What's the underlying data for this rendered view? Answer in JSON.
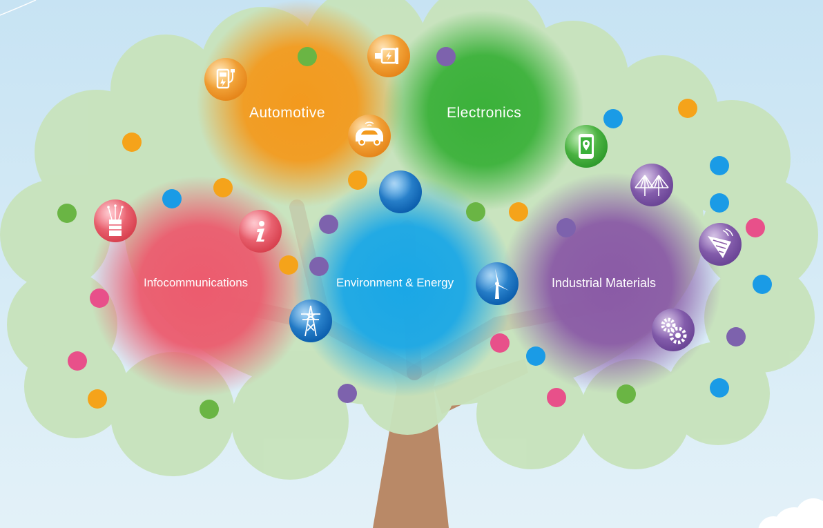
{
  "categories": [
    {
      "id": "automotive",
      "label": "Automotive",
      "color": "#f39a1e"
    },
    {
      "id": "electronics",
      "label": "Electronics",
      "color": "#3bb13a"
    },
    {
      "id": "infocommunications",
      "label": "Infocommunications",
      "color": "#ec5b6e"
    },
    {
      "id": "environment-energy",
      "label": "Environment & Energy",
      "color": "#1aa7e6"
    },
    {
      "id": "industrial-materials",
      "label": "Industrial Materials",
      "color": "#8a5aa6"
    }
  ],
  "icons": [
    {
      "name": "ev-charger-icon",
      "category": "automotive"
    },
    {
      "name": "motor-connector-icon",
      "category": "automotive"
    },
    {
      "name": "autonomous-car-icon",
      "category": "automotive"
    },
    {
      "name": "smartphone-location-icon",
      "category": "electronics"
    },
    {
      "name": "fiber-optic-cable-icon",
      "category": "infocommunications"
    },
    {
      "name": "information-icon",
      "category": "infocommunications"
    },
    {
      "name": "blue-sphere-icon",
      "category": "environment-energy"
    },
    {
      "name": "wind-turbine-icon",
      "category": "environment-energy"
    },
    {
      "name": "power-tower-icon",
      "category": "environment-energy"
    },
    {
      "name": "bridge-icon",
      "category": "industrial-materials"
    },
    {
      "name": "cutting-tool-icon",
      "category": "industrial-materials"
    },
    {
      "name": "gears-icon",
      "category": "industrial-materials"
    }
  ],
  "palette": {
    "sky": "#cfe7f4",
    "foliage": "#c8e3bc",
    "trunk": "#b98967",
    "dot_orange": "#f5a31a",
    "dot_green": "#6ab544",
    "dot_blue": "#1a9be6",
    "dot_purple": "#7d62ad",
    "dot_pink": "#e8508a"
  }
}
